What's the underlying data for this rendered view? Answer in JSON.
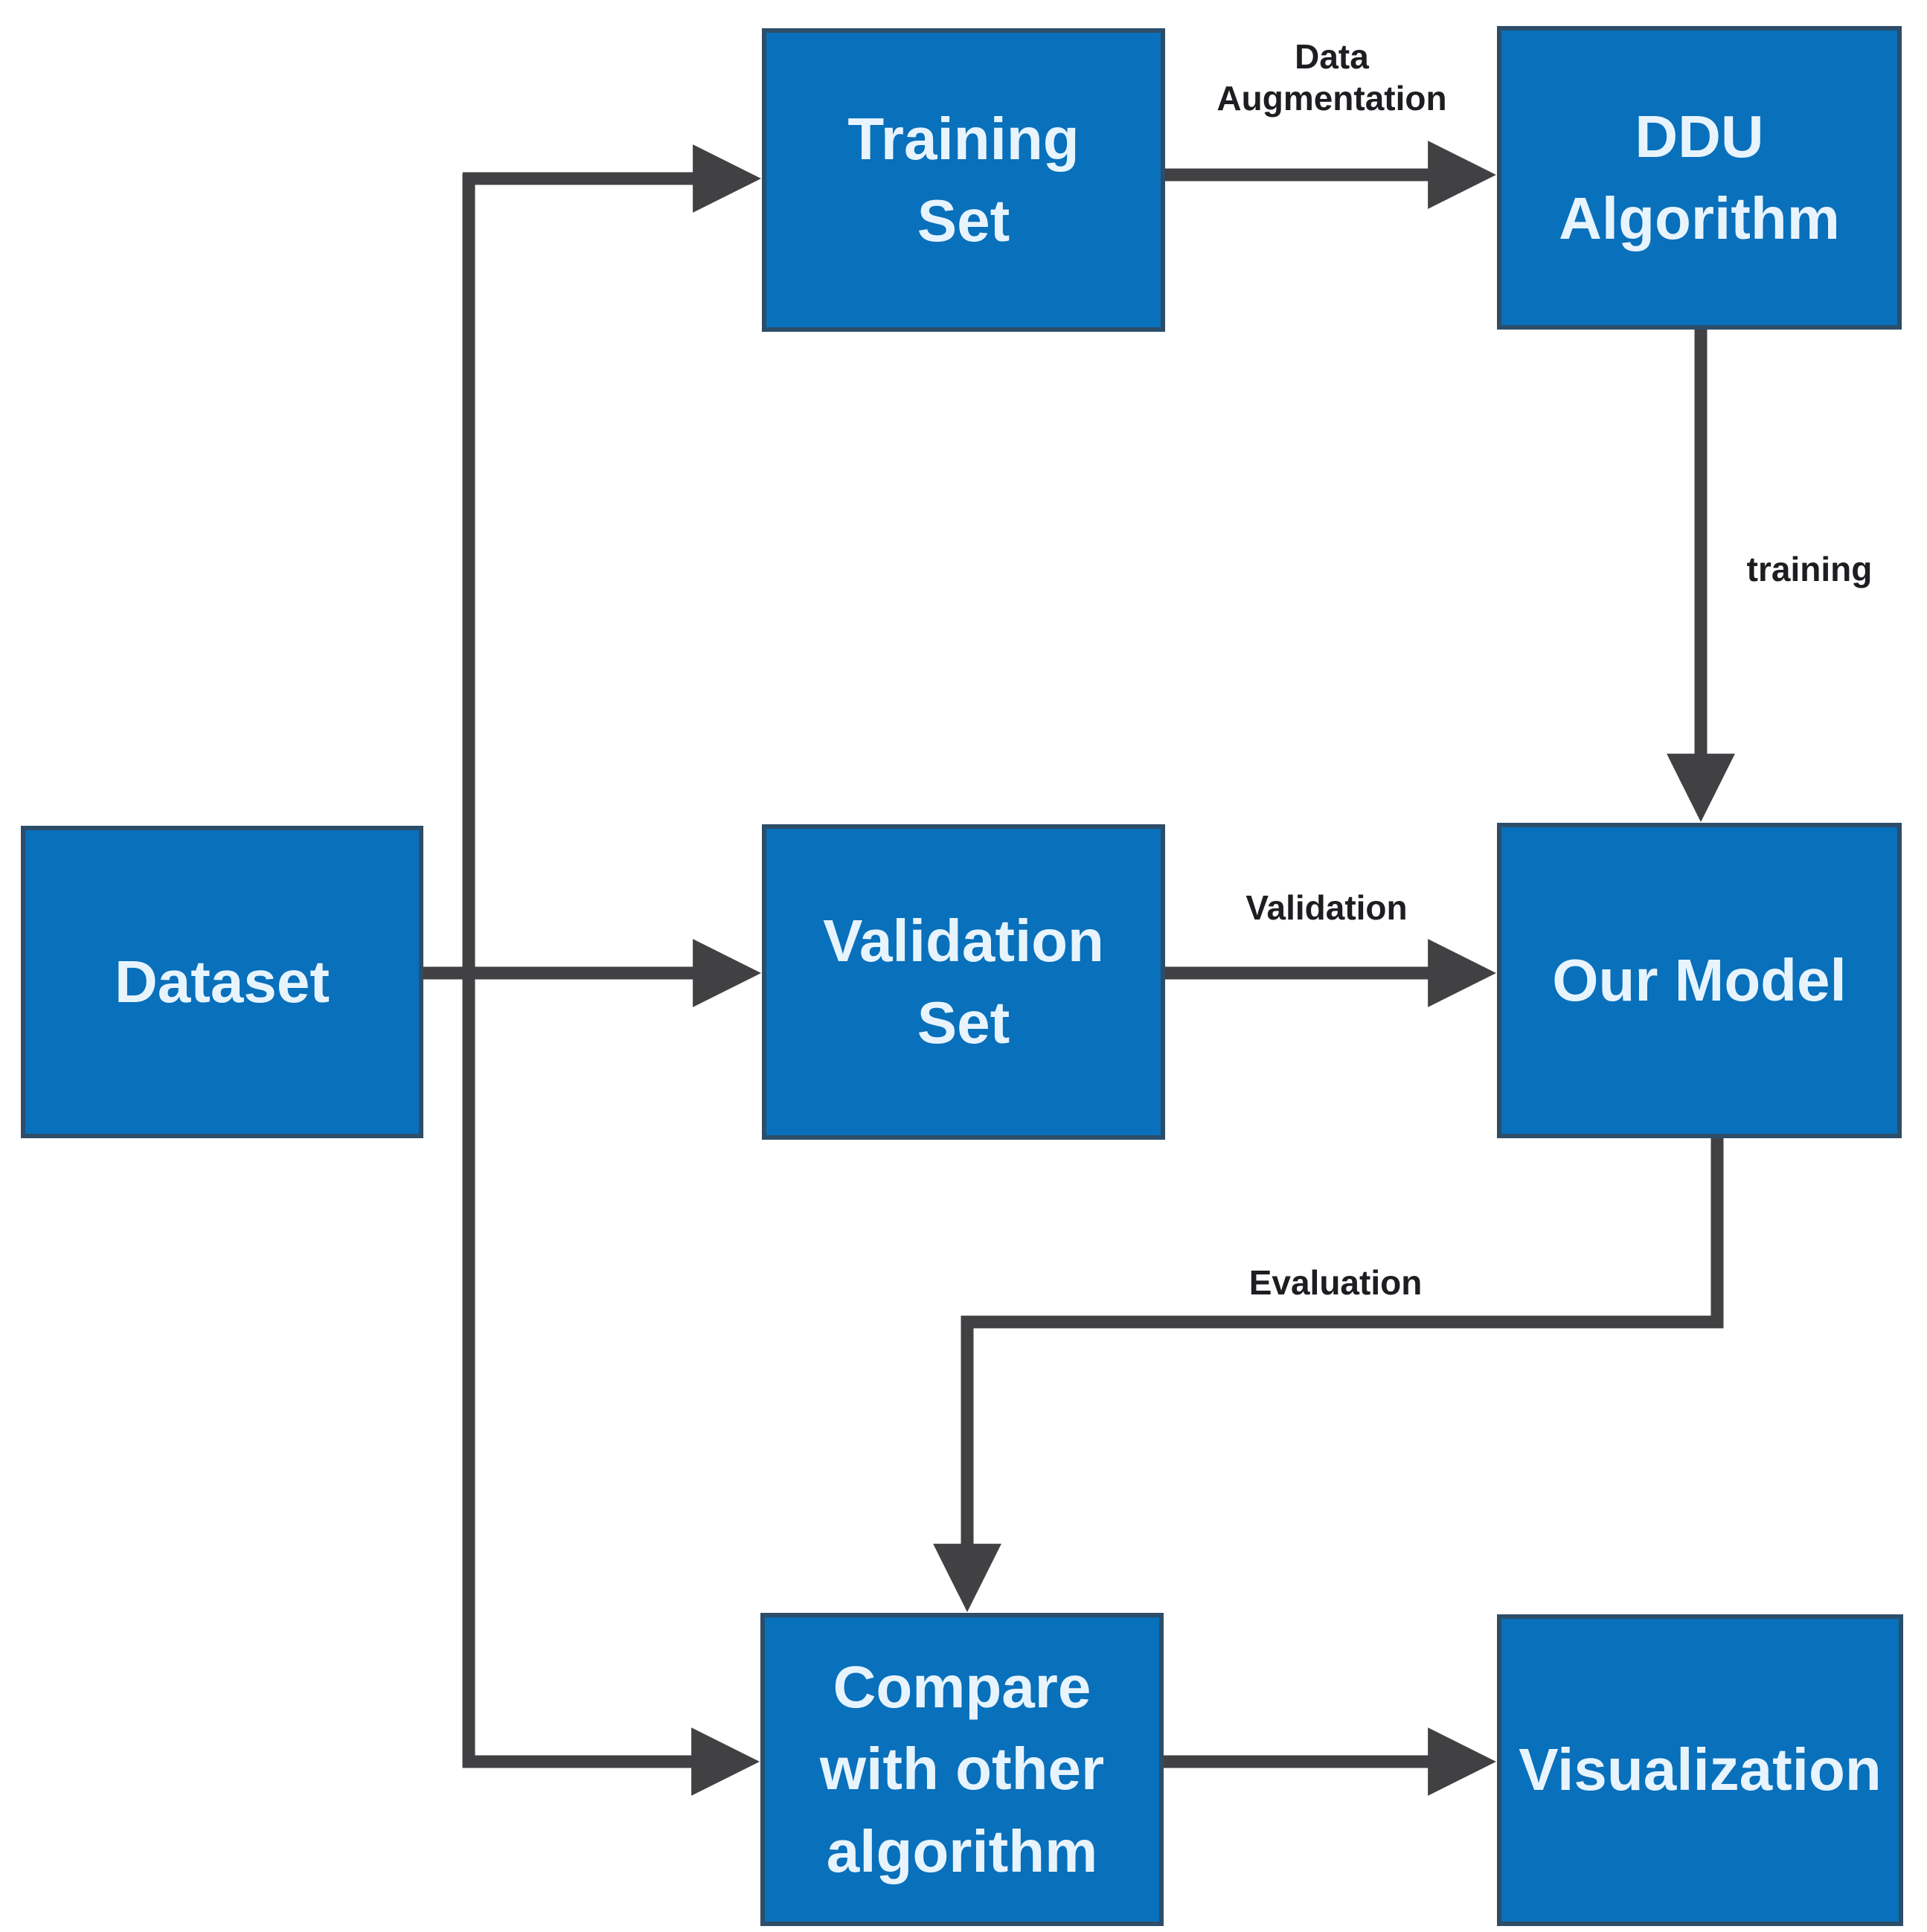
{
  "diagram": {
    "colors": {
      "background": "#ffffff",
      "node_fill": "#0970bb",
      "node_border": "#2d4d68",
      "node_text": "#e8f4fd",
      "arrow": "#414144",
      "label_text": "#1e1e22"
    },
    "nodes": [
      {
        "id": "dataset",
        "label": [
          "Dataset"
        ]
      },
      {
        "id": "training-set",
        "label": [
          "Training",
          "Set"
        ]
      },
      {
        "id": "ddu-algorithm",
        "label": [
          "DDU",
          "Algorithm"
        ]
      },
      {
        "id": "validation-set",
        "label": [
          "Validation",
          "Set"
        ]
      },
      {
        "id": "our-model",
        "label": [
          "Our Model"
        ]
      },
      {
        "id": "compare-with-other-algorithm",
        "label": [
          "Compare",
          "with other",
          "algorithm"
        ]
      },
      {
        "id": "visualization",
        "label": [
          "Visualization"
        ]
      }
    ],
    "edges": [
      {
        "from": "dataset",
        "to": "training-set",
        "label": []
      },
      {
        "from": "dataset",
        "to": "validation-set",
        "label": []
      },
      {
        "from": "dataset",
        "to": "compare-with-other-algorithm",
        "label": []
      },
      {
        "from": "training-set",
        "to": "ddu-algorithm",
        "label": [
          "Data",
          "Augmentation"
        ]
      },
      {
        "from": "ddu-algorithm",
        "to": "our-model",
        "label": [
          "training"
        ]
      },
      {
        "from": "validation-set",
        "to": "our-model",
        "label": [
          "Validation"
        ]
      },
      {
        "from": "our-model",
        "to": "compare-with-other-algorithm",
        "label": [
          "Evaluation"
        ]
      },
      {
        "from": "compare-with-other-algorithm",
        "to": "visualization",
        "label": []
      }
    ]
  }
}
